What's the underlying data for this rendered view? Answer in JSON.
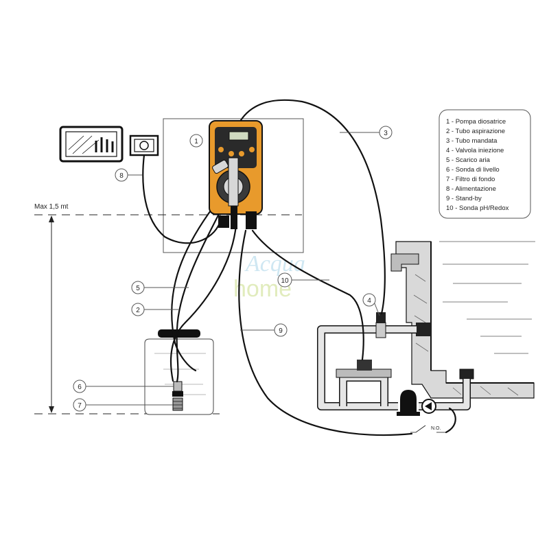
{
  "legend": {
    "items": [
      "1 -  Pompa diosatrice",
      "2 - Tubo aspirazione",
      "3 - Tubo mandata",
      "4 - Valvola iniezione",
      "5 - Scarico aria",
      "6 - Sonda di livello",
      "7 - Filtro di fondo",
      "8 - Alimentazione",
      "9 - Stand-by",
      "10 - Sonda pH/Redox"
    ]
  },
  "callouts": {
    "c1": "1",
    "c2": "2",
    "c3": "3",
    "c4": "4",
    "c5": "5",
    "c6": "6",
    "c7": "7",
    "c8": "8",
    "c9": "9",
    "c10": "10"
  },
  "height_label": "Max 1,5 mt",
  "no_label": "N.O.",
  "watermark": {
    "line1": "Acqua",
    "line2": "home"
  },
  "colors": {
    "pump_body": "#e89a2c",
    "pump_dark": "#2a2a2a",
    "line": "#111111"
  }
}
